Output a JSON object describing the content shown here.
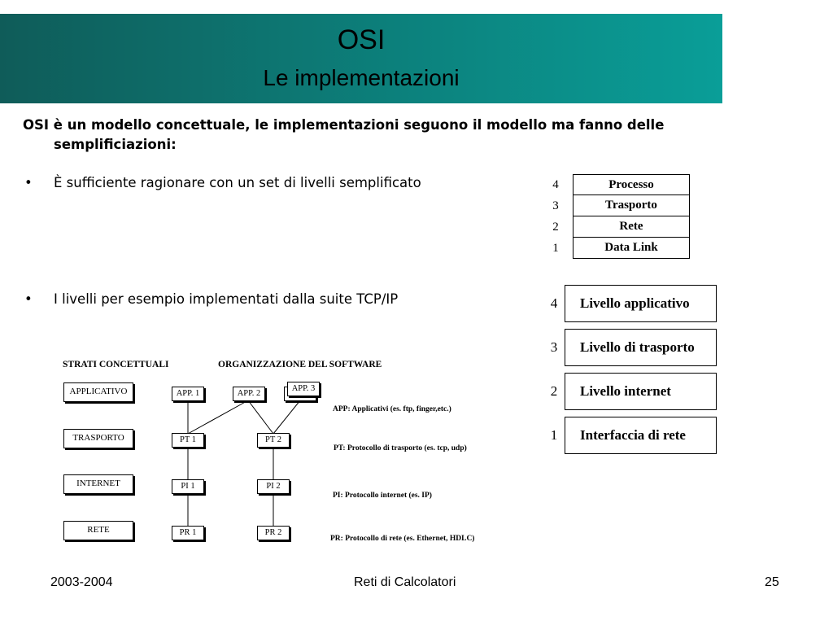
{
  "header": {
    "title": "OSI",
    "subtitle": "Le implementazioni",
    "colors": {
      "banner_start": "#0f5c59",
      "banner_end": "#0a9e98"
    }
  },
  "intro": {
    "line1": "OSI è un modello concettuale, le implementazioni seguono il modello ma fanno delle",
    "line2": "semplificiazioni:"
  },
  "bullets": [
    {
      "symbol": "•",
      "text": "È sufficiente ragionare con un set di livelli semplificato"
    },
    {
      "symbol": "•",
      "text": "I livelli  per esempio implementati dalla suite TCP/IP"
    }
  ],
  "simple_layers": [
    {
      "num": "4",
      "label": "Processo"
    },
    {
      "num": "3",
      "label": "Trasporto"
    },
    {
      "num": "2",
      "label": "Rete"
    },
    {
      "num": "1",
      "label": "Data Link"
    }
  ],
  "tcpip_layers": [
    {
      "num": "4",
      "label": "Livello applicativo"
    },
    {
      "num": "3",
      "label": "Livello di trasporto"
    },
    {
      "num": "2",
      "label": "Livello internet"
    },
    {
      "num": "1",
      "label": "Interfaccia di rete"
    }
  ],
  "diagram": {
    "heading_left": "STRATI CONCETTUALI",
    "heading_right": "ORGANIZZAZIONE DEL SOFTWARE",
    "layers": [
      "APPLICATIVO",
      "TRASPORTO",
      "INTERNET",
      "RETE"
    ],
    "nodes": {
      "app1": "APP. 1",
      "app2": "APP. 2",
      "app3": "APP. 3",
      "pt1": "PT 1",
      "pt2": "PT 2",
      "pi1": "PI 1",
      "pi2": "PI 2",
      "pr1": "PR 1",
      "pr2": "PR 2"
    },
    "legend": {
      "app": "APP: Applicativi (es. ftp, finger,etc.)",
      "pt": "PT: Protocollo di trasporto (es. tcp, udp)",
      "pi": "PI: Protocollo internet (es. IP)",
      "pr": "PR: Protocollo di rete (es. Ethernet, HDLC)"
    }
  },
  "footer": {
    "left": "2003-2004",
    "center": "Reti di Calcolatori",
    "right": "25"
  }
}
